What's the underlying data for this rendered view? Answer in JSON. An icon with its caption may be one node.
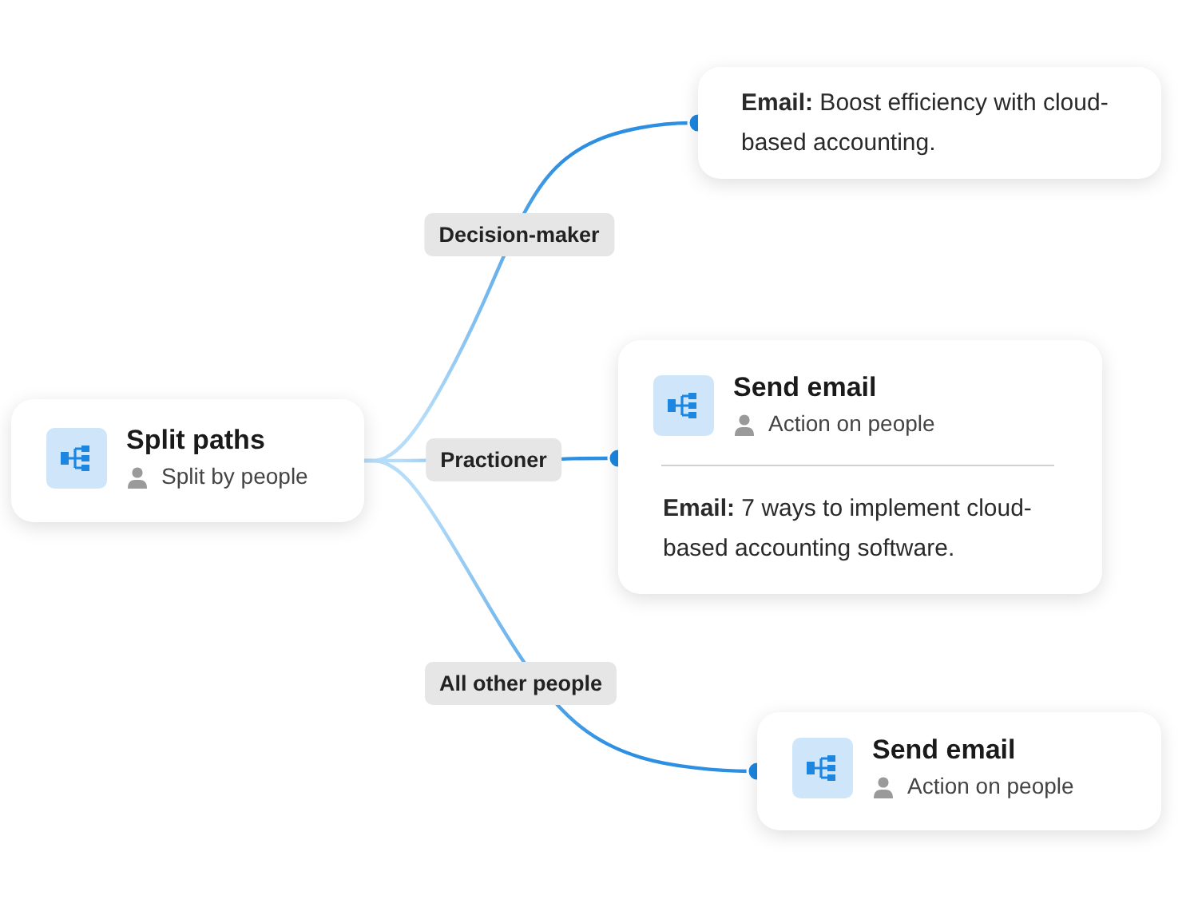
{
  "diagram": {
    "nodes": [
      {
        "text": [
          "Split paths",
          "Split by people"
        ]
      },
      {
        "text": [
          "**Email:** Boost efficiency with cloud-based accounting."
        ]
      },
      {
        "text": [
          "Send email",
          "Action on people",
          "**Email:** 7 ways to implement cloud-based accounting software."
        ]
      },
      {
        "text": [
          "Send email",
          "Action on people"
        ]
      }
    ],
    "edges": [
      {
        "from": 0,
        "to": 1,
        "arrow": "other",
        "label": "Decision-maker"
      },
      {
        "from": 0,
        "to": 2,
        "arrow": "other",
        "label": "Practioner"
      },
      {
        "from": 0,
        "to": 3,
        "arrow": "other",
        "label": "All other people"
      }
    ]
  }
}
